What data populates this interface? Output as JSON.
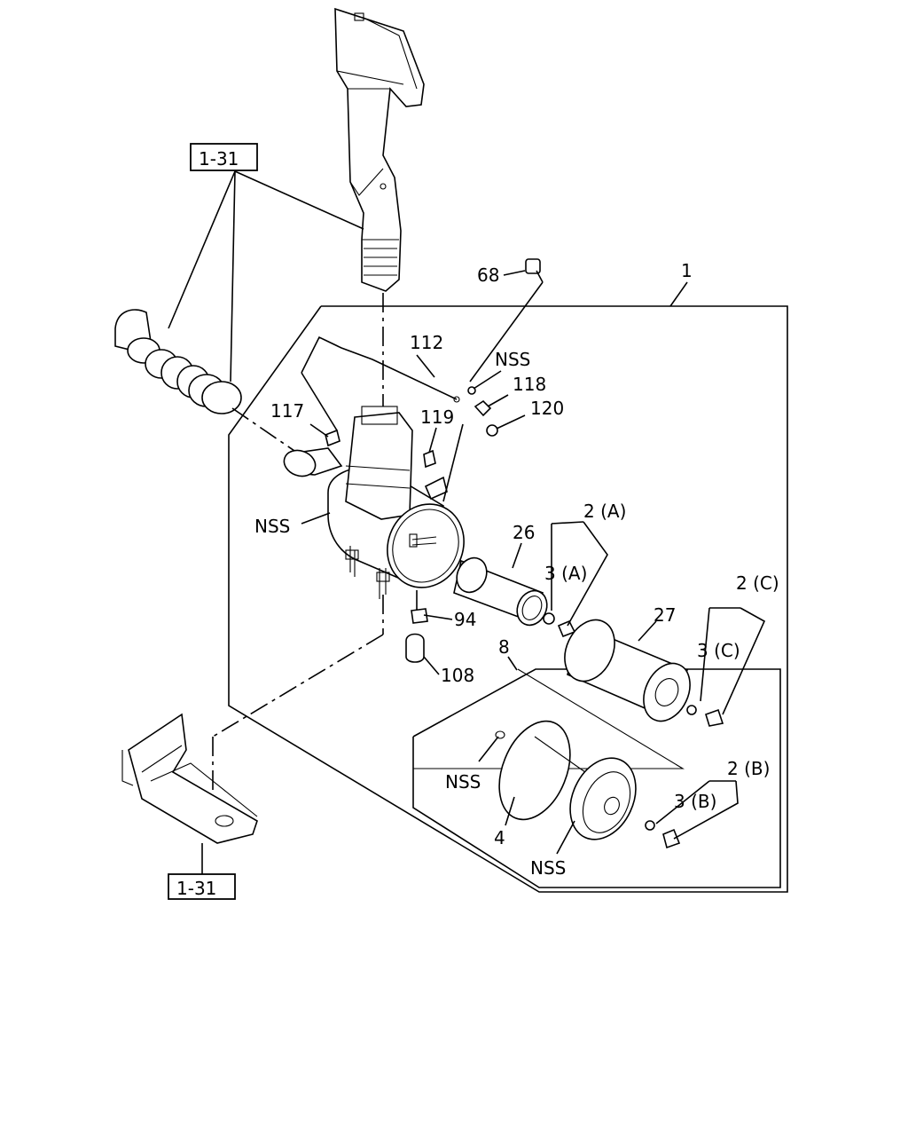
{
  "references": {
    "top": "1-31",
    "bottom": "1-31"
  },
  "labels": {
    "l1": "1",
    "l68": "68",
    "l112": "112",
    "nss_top": "NSS",
    "l118": "118",
    "l120": "120",
    "l117": "117",
    "l119": "119",
    "nss_body": "NSS",
    "l26": "26",
    "l2a": "2 (A)",
    "l3a": "3 (A)",
    "l94": "94",
    "l108": "108",
    "l27": "27",
    "l2c": "2 (C)",
    "l3c": "3 (C)",
    "l8": "8",
    "nss_gasket": "NSS",
    "l4": "4",
    "nss_cover": "NSS",
    "l2b": "2 (B)",
    "l3b": "3 (B)"
  }
}
